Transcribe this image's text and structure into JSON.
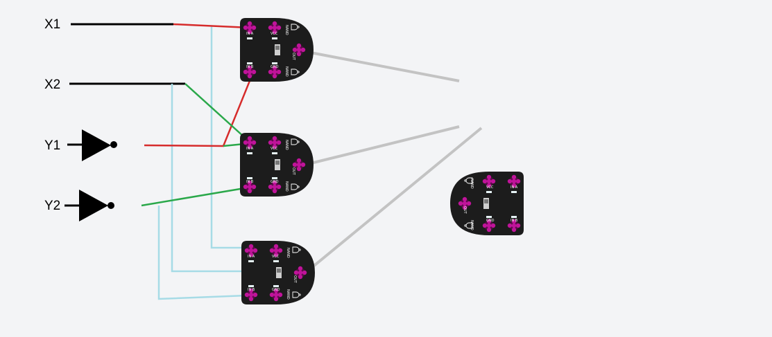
{
  "inputs": [
    {
      "id": "x1",
      "label": "X1",
      "inverted": false
    },
    {
      "id": "x2",
      "label": "X2",
      "inverted": false
    },
    {
      "id": "y1",
      "label": "Y1",
      "inverted": true
    },
    {
      "id": "y2",
      "label": "Y2",
      "inverted": true
    }
  ],
  "board": {
    "pins": {
      "in_a": "IN A",
      "in_b": "IN B",
      "vcc": "VCC",
      "gnd": "GND",
      "out": "OUT",
      "nand": "NAND"
    }
  },
  "colors": {
    "board": "#1c1c1c",
    "pad": "#c0139a",
    "wire_red": "#d62b2b",
    "wire_green": "#2aa84a",
    "wire_cyan": "#a6dbe6",
    "wire_gray": "#c3c3c3",
    "wire_black": "#000000"
  }
}
